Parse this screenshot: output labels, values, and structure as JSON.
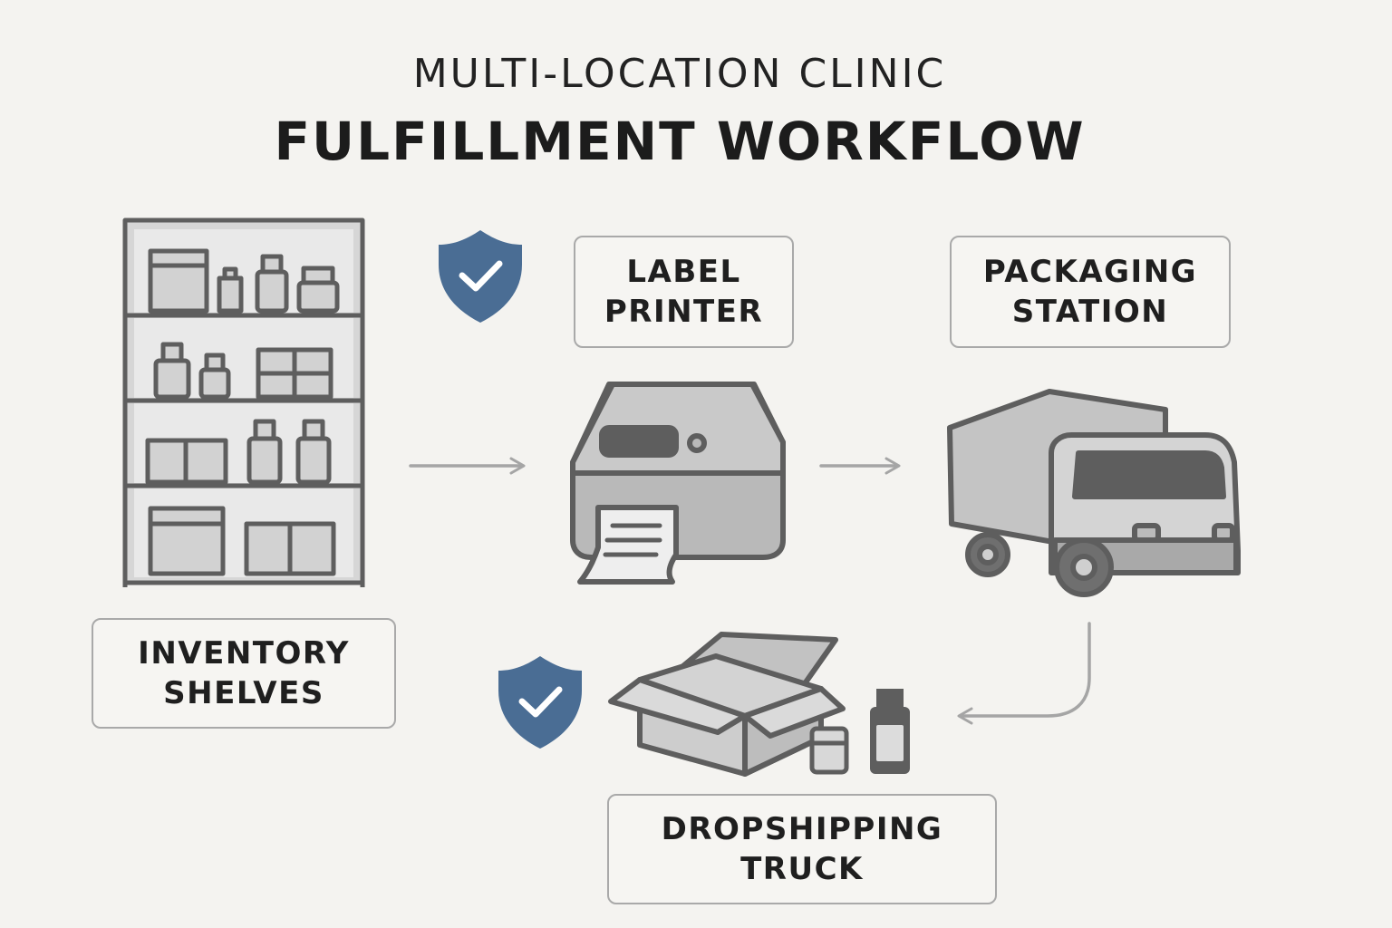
{
  "header": {
    "subtitle": "MULTI-LOCATION CLINIC",
    "title": "FULFILLMENT WORKFLOW"
  },
  "nodes": {
    "inventory": {
      "line1": "INVENTORY",
      "line2": "SHELVES"
    },
    "label_printer": {
      "line1": "LABEL",
      "line2": "PRINTER"
    },
    "packaging": {
      "line1": "PACKAGING",
      "line2": "STATION"
    },
    "dropshipping": {
      "line1": "DROPSHIPPING",
      "line2": "TRUCK"
    }
  },
  "icons": [
    "shelf-icon",
    "shield-check-icon",
    "label-printer-icon",
    "truck-icon",
    "open-box-icon",
    "jar-icon",
    "bottle-icon",
    "arrow-icon"
  ],
  "colors": {
    "background": "#f4f3f0",
    "shield": "#4a6d94",
    "icon_stroke": "#5e5e5e",
    "icon_fill": "#cfcfcf",
    "box_border": "#a9a9a9"
  }
}
